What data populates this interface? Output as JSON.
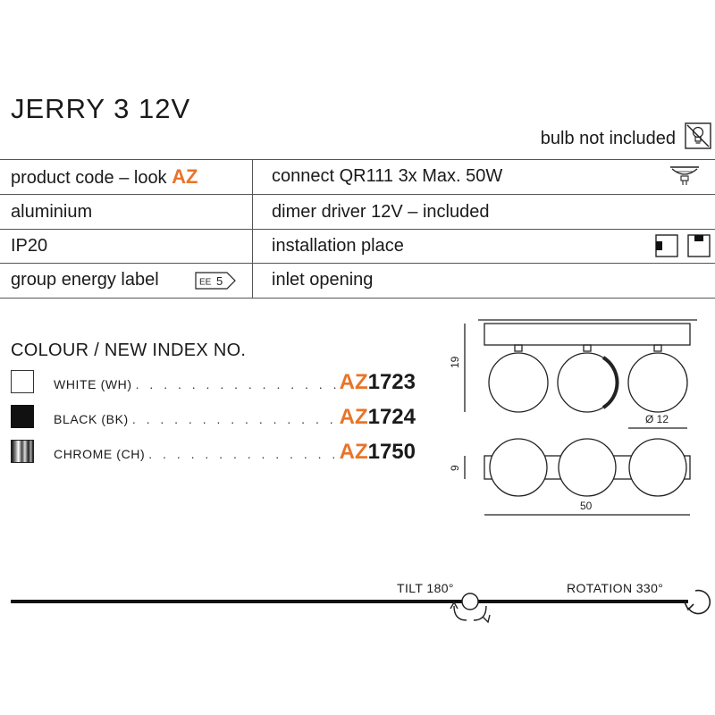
{
  "title": "JERRY 3 12V",
  "bulb_note": "bulb not included",
  "specs": {
    "left": [
      {
        "text": "product code – look ",
        "accent": "AZ"
      },
      {
        "text": "aluminium"
      },
      {
        "text": "IP20"
      },
      {
        "text": "group energy label",
        "badge_prefix": "EE",
        "badge_value": "5"
      }
    ],
    "right": [
      {
        "text": "connect QR111 3x Max. 50W"
      },
      {
        "text": "dimer driver 12V – included"
      },
      {
        "text": "installation place"
      },
      {
        "text": "inlet opening"
      }
    ]
  },
  "colours": {
    "heading": "COLOUR / NEW INDEX NO.",
    "items": [
      {
        "name": "WHITE (WH)",
        "prefix": "AZ",
        "number": "1723",
        "swatch": "#ffffff"
      },
      {
        "name": "BLACK (BK)",
        "prefix": "AZ",
        "number": "1724",
        "swatch": "#111111"
      },
      {
        "name": "CHROME (CH)",
        "prefix": "AZ",
        "number": "1750",
        "swatch": "chrome"
      }
    ],
    "leader": ". . . . . . . . . . . . . . . . . . . . . . ."
  },
  "dimensions": {
    "height": "19",
    "diameter": "Ø 12",
    "depth": "9",
    "length": "50"
  },
  "controls": {
    "tilt": "TILT 180°",
    "rotation": "ROTATION 330°"
  },
  "accent_color": "#e8742a"
}
